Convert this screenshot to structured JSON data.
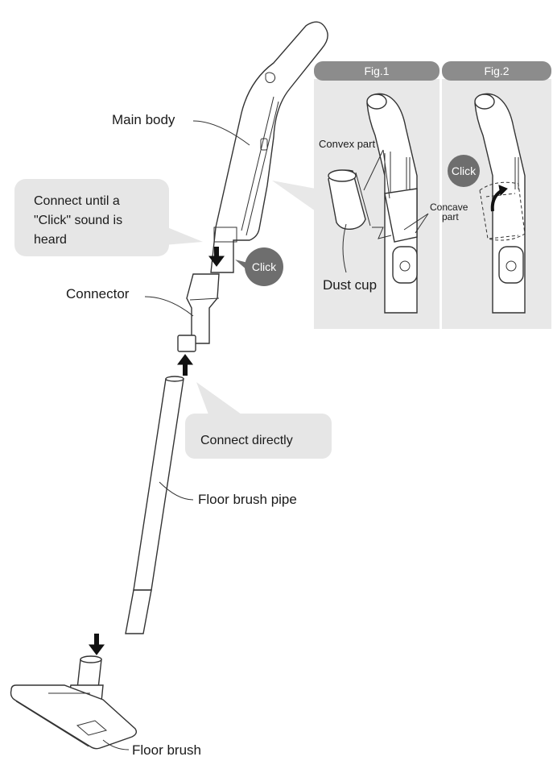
{
  "labels": {
    "main_body": "Main body",
    "connector": "Connector",
    "floor_brush_pipe": "Floor brush pipe",
    "floor_brush": "Floor brush"
  },
  "callouts": {
    "connect_click_line1": "Connect until a",
    "connect_click_line2": "\"Click\" sound is",
    "connect_click_line3": "heard",
    "connect_directly": "Connect directly",
    "click": "Click"
  },
  "figures": {
    "fig1": {
      "title": "Fig.1",
      "convex_part": "Convex part",
      "concave_part_line1": "Concave",
      "concave_part_line2": "part",
      "dust_cup": "Dust cup"
    },
    "fig2": {
      "title": "Fig.2",
      "click": "Click"
    }
  },
  "colors": {
    "callout_bg": "#e6e6e6",
    "click_bubble": "#6e6e6e",
    "fig_header": "#8c8c8c",
    "fig_panel": "#e8e8e8"
  }
}
